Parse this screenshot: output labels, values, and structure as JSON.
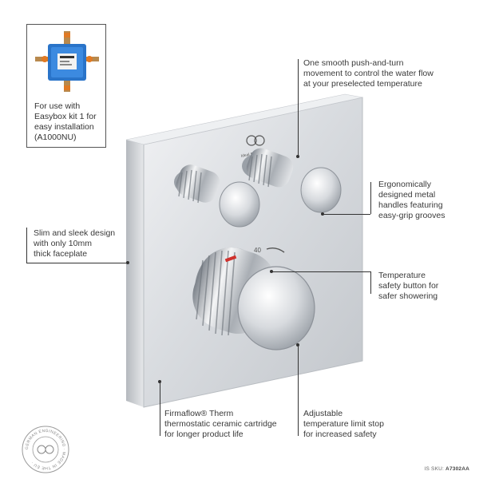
{
  "inset": {
    "caption_lines": [
      "For use with",
      "Easybox kit 1 for",
      "easy installation",
      "(A1000NU)"
    ]
  },
  "callouts": {
    "push_turn": [
      "One smooth push-and-turn",
      "movement to control the water flow",
      "at your preselected temperature"
    ],
    "ergonomic": [
      "Ergonomically",
      "designed metal",
      "handles featuring",
      "easy-grip grooves"
    ],
    "slim": [
      "Slim and sleek design",
      "with only 10mm",
      "thick faceplate"
    ],
    "safety": [
      "Temperature",
      "safety button for",
      "safer showering"
    ],
    "firmaflow": [
      "Firmaflow® Therm",
      "thermostatic ceramic cartridge",
      "for longer product life"
    ],
    "limit_stop": [
      "Adjustable",
      "temperature limit stop",
      "for increased safety"
    ]
  },
  "product": {
    "brand_mark": "Ideal Standard",
    "dial_label": "40"
  },
  "seal": {
    "text": "GERMAN ENGINEERING · MADE IN THE EU ·"
  },
  "sku": {
    "prefix": "IS SKU:",
    "code": "A7302AA"
  },
  "colors": {
    "chrome_light": "#e9ebee",
    "chrome_mid": "#c4c8cd",
    "chrome_dark": "#8d9299",
    "leader_line": "#333333",
    "accent_red": "#d0312d"
  }
}
